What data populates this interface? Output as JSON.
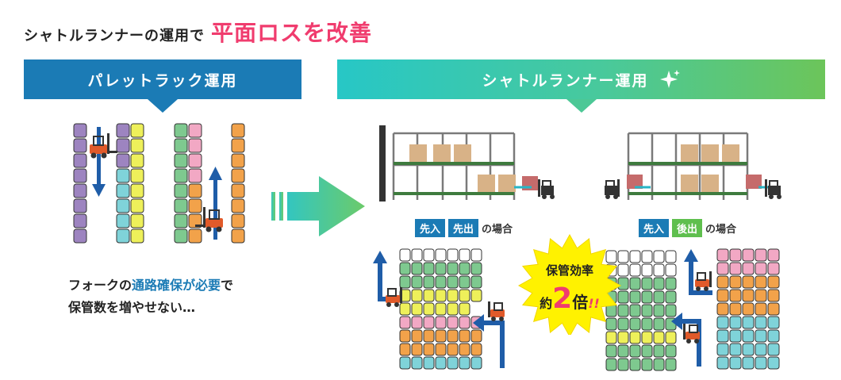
{
  "headline": {
    "lead": "シャトルランナーの運用で",
    "emphasis": "平面ロスを改善"
  },
  "left_banner": {
    "title": "パレットラック運用"
  },
  "right_banner": {
    "title": "シャトルランナー運用"
  },
  "left_caption": {
    "line1_prefix": "フォークの",
    "line1_highlight": "通路確保が必要",
    "line1_suffix": "で",
    "line2": "保管数を増やせない…"
  },
  "fifo": {
    "tag1": "先入",
    "tag2": "先出",
    "suffix": "の場合"
  },
  "lifo": {
    "tag1": "先入",
    "tag2": "後出",
    "suffix": "の場合"
  },
  "burst": {
    "line1": "保管効率",
    "prefix": "約",
    "number": "2",
    "suffix": "倍",
    "marks": "!!"
  },
  "colors": {
    "purple": "#9d84c0",
    "yellow": "#eef05a",
    "cyan": "#7fd3d9",
    "green": "#7ec98f",
    "pink": "#f2a8c4",
    "orange": "#f2a24a",
    "white": "#ffffff",
    "blue": "#1b7bb5",
    "arrow_blue": "#1f5da8",
    "accent": "#f03c6e"
  }
}
